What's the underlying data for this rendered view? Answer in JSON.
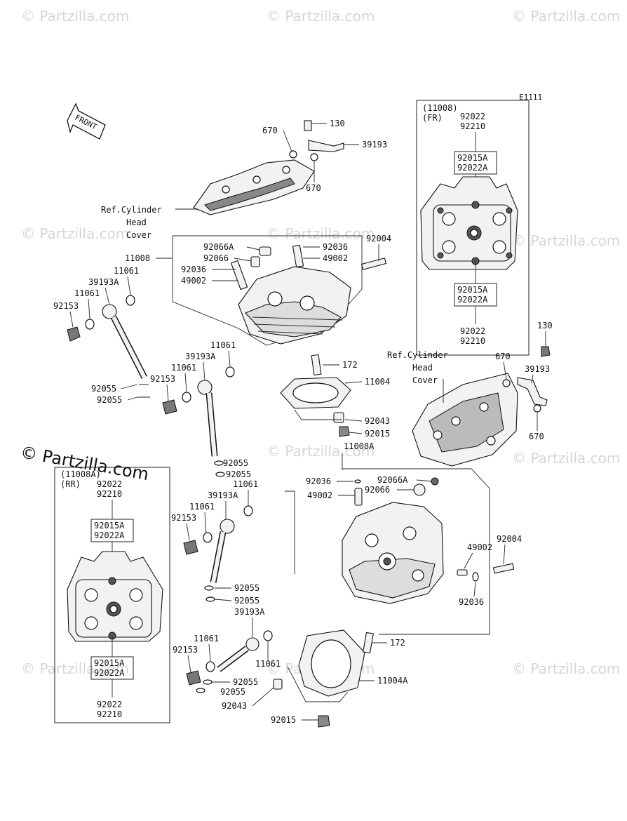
{
  "diagram_id": "E1111",
  "watermark": "© Partzilla.com",
  "front_label": "FRONT",
  "ref_cover": [
    "Ref.Cylinder",
    "Head",
    "Cover"
  ],
  "box_fr": {
    "header": [
      "(11008)",
      "(FR)"
    ],
    "top_codes": [
      "92022",
      "92210"
    ],
    "mid_top": [
      "92015A",
      "92022A"
    ],
    "mid_bottom": [
      "92015A",
      "92022A"
    ],
    "bottom_codes": [
      "92022",
      "92210"
    ]
  },
  "box_rr": {
    "header": [
      "(11008A)",
      "(RR)"
    ],
    "top_codes": [
      "92022",
      "92210"
    ],
    "mid_top": [
      "92015A",
      "92022A"
    ],
    "mid_bottom": [
      "92015A",
      "92022A"
    ],
    "bottom_codes": [
      "92022",
      "92210"
    ]
  },
  "part_labels": {
    "p130a": "130",
    "p670a": "670",
    "p39193a": "39193",
    "p670b": "670",
    "p11008": "11008",
    "p92066Aa": "92066A",
    "p92066a": "92066",
    "p92036a": "92036",
    "p49002a": "49002",
    "p92036b": "92036",
    "p49002b": "49002",
    "p92004a": "92004",
    "p11061a": "11061",
    "p39193Aa": "39193A",
    "p11061b": "11061",
    "p92153a": "92153",
    "p92055a": "92055",
    "p92055b": "92055",
    "p11061c": "11061",
    "p39193Ab": "39193A",
    "p11061d": "11061",
    "p92153b": "92153",
    "p172a": "172",
    "p11004": "11004",
    "p92043a": "92043",
    "p92015a": "92015",
    "p92055c": "92055",
    "p92055d": "92055",
    "p130b": "130",
    "p670c": "670",
    "p39193b": "39193",
    "p670d": "670",
    "p11008A": "11008A",
    "p92036c": "92036",
    "p92066Ab": "92066A",
    "p49002c": "49002",
    "p92066b": "92066",
    "p11061e": "11061",
    "p39193Ac": "39193A",
    "p11061f": "11061",
    "p92153c": "92153",
    "p92055e": "92055",
    "p92055f": "92055",
    "p49002d": "49002",
    "p92004b": "92004",
    "p92036d": "92036",
    "p39193Ad": "39193A",
    "p11061g": "11061",
    "p92153d": "92153",
    "p11061h": "11061",
    "p92055g": "92055",
    "p92055h": "92055",
    "p172b": "172",
    "p11004A": "11004A",
    "p92043b": "92043",
    "p92015b": "92015"
  }
}
